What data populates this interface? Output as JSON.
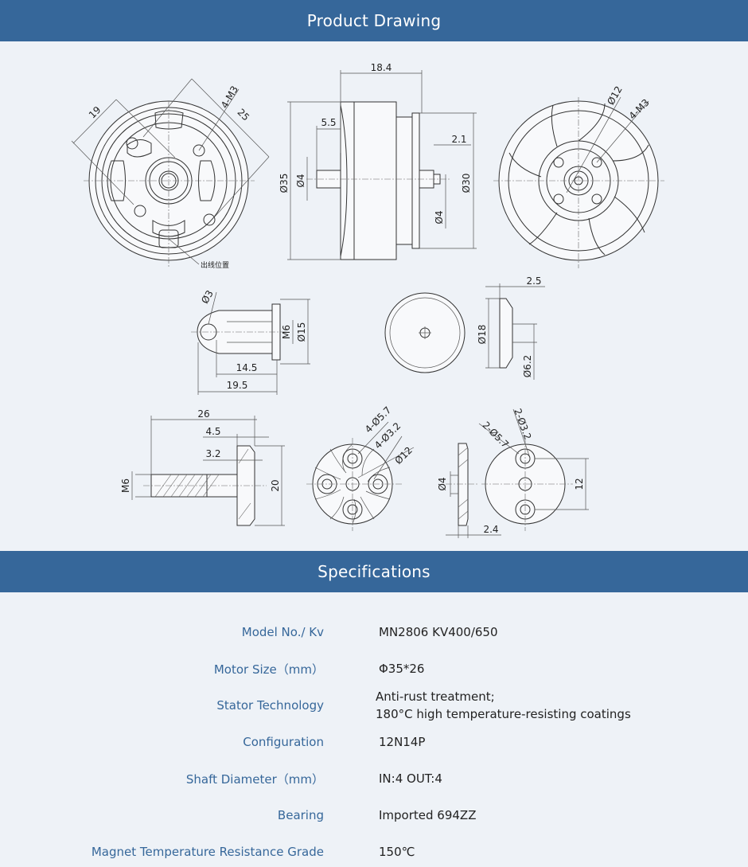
{
  "sections": {
    "drawing_title": "Product Drawing",
    "specs_title": "Specifications"
  },
  "drawing": {
    "front": {
      "d1": "19",
      "d2": "4-M3",
      "d3": "25",
      "note": "出线位置"
    },
    "side": {
      "d_len": "18.4",
      "d_shaft_len": "5.5",
      "d_outer": "Ø35",
      "d_shaft": "Ø4",
      "d_flange": "2.1",
      "d_base": "Ø30",
      "d_shaft2": "Ø4"
    },
    "back": {
      "d_center": "Ø12",
      "d_holes": "4-M3"
    },
    "nut": {
      "d_hole": "Ø3",
      "d_thread": "M6",
      "d_dia": "Ø15",
      "d_l1": "14.5",
      "d_l2": "19.5"
    },
    "washer": {
      "d_thick": "2.5",
      "d_outer": "Ø18",
      "d_inner": "Ø6.2"
    },
    "adapter": {
      "d_len": "26",
      "d_a": "4.5",
      "d_b": "3.2",
      "d_thread": "M6",
      "d_dia": "20"
    },
    "prop_adapter": {
      "d_holes1": "4-Ø5.7",
      "d_holes2": "4-Ø3.2",
      "d_center": "Ø12"
    },
    "plate_side": {
      "d_dia": "Ø4",
      "d_thick": "2.4"
    },
    "plate_front": {
      "d_holes1": "2-Ø5.7",
      "d_holes2": "2-Ø3.2",
      "d_span": "12"
    }
  },
  "specs": [
    {
      "label": "Model No./ Kv",
      "value": "MN2806 KV400/650"
    },
    {
      "label": "Motor Size（mm）",
      "value": "Φ35*26"
    },
    {
      "label": "Stator Technology",
      "value": "Anti-rust treatment;\n180°C high temperature-resisting coatings"
    },
    {
      "label": "Configuration",
      "value": "12N14P"
    },
    {
      "label": "Shaft Diameter（mm）",
      "value": "IN:4 OUT:4"
    },
    {
      "label": "Bearing",
      "value": "Imported 694ZZ"
    },
    {
      "label": "Magnet Temperature Resistance Grade",
      "value": "150℃"
    }
  ]
}
